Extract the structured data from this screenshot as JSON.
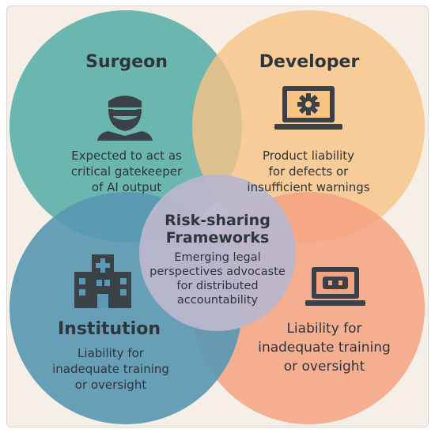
{
  "quadrants": {
    "surgeon": {
      "title": "Surgeon",
      "description_lines": [
        "Expected to act as",
        "critical gatekeeper",
        "of AI output"
      ],
      "icon": "surgeon-mask-icon",
      "color": "#5fb1ab"
    },
    "developer": {
      "title": "Developer",
      "description_lines": [
        "Product liability",
        "for defects or",
        "insufficient warnings"
      ],
      "icon": "laptop-gear-icon",
      "color": "#f9c384"
    },
    "institution": {
      "title": "Institution",
      "description_lines": [
        "Liability for",
        "inadequate training",
        "or oversight"
      ],
      "icon": "hospital-building-icon",
      "color": "#5a98b3"
    },
    "fourth": {
      "description_lines": [
        "Liability for",
        "inadequate training",
        "or oversight"
      ],
      "icon": "laptop-chat-icon",
      "color": "#f6a280"
    }
  },
  "center": {
    "title_lines": [
      "Risk-sharing",
      "Frameworks"
    ],
    "description_lines": [
      "Emerging legal",
      "perspectives advocaste",
      "for distributed",
      "accountability"
    ],
    "color": "#b9b6cc"
  },
  "colors": {
    "background": "#f5efe7",
    "text": "#2f363b",
    "icon": "#3a4147"
  }
}
